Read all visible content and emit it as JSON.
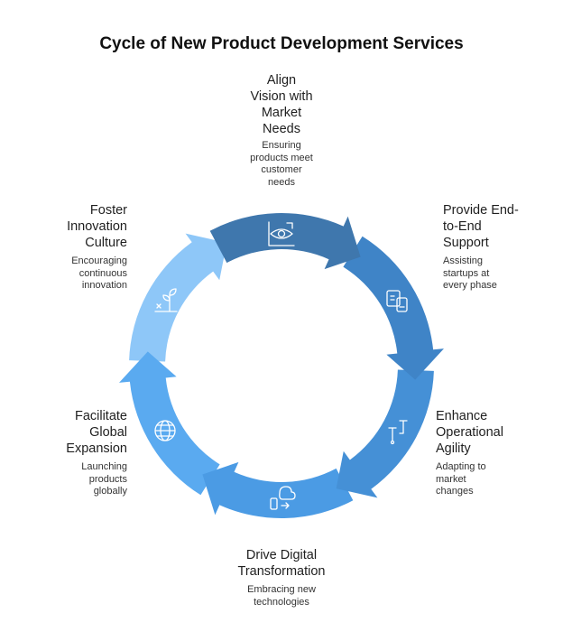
{
  "title": "Cycle of New Product Development Services",
  "stages": [
    {
      "heading_lines": [
        "Align",
        "Vision with",
        "Market",
        "Needs"
      ],
      "description_lines": [
        "Ensuring",
        "products meet",
        "customer",
        "needs"
      ],
      "icon": "eye-icon",
      "color": "#3f77ad"
    },
    {
      "heading_lines": [
        "Provide End-",
        "to-End",
        "Support"
      ],
      "description_lines": [
        "Assisting",
        "startups at",
        "every phase"
      ],
      "icon": "devices-icon",
      "color": "#3f84c7"
    },
    {
      "heading_lines": [
        "Enhance",
        "Operational",
        "Agility"
      ],
      "description_lines": [
        "Adapting to",
        "market",
        "changes"
      ],
      "icon": "route-icon",
      "color": "#4590d6"
    },
    {
      "heading_lines": [
        "Drive Digital",
        "Transformation"
      ],
      "description_lines": [
        "Embracing new",
        "technologies"
      ],
      "icon": "cloud-sync-icon",
      "color": "#4b9be4"
    },
    {
      "heading_lines": [
        "Facilitate",
        "Global",
        "Expansion"
      ],
      "description_lines": [
        "Launching",
        "products",
        "globally"
      ],
      "icon": "globe-icon",
      "color": "#5aaaf0"
    },
    {
      "heading_lines": [
        "Foster",
        "Innovation",
        "Culture"
      ],
      "description_lines": [
        "Encouraging",
        "continuous",
        "innovation"
      ],
      "icon": "growth-icon",
      "color": "#8ec7f8"
    }
  ]
}
